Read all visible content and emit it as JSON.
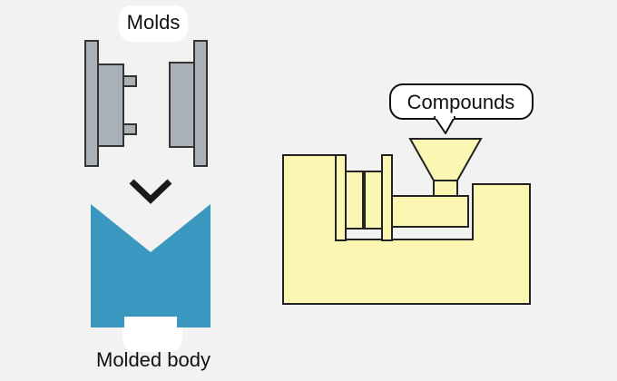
{
  "labels": {
    "molds": "Molds",
    "compounds": "Compounds",
    "molded_body": "Molded body"
  },
  "colors": {
    "background": "#f2f2f2",
    "mold_fill": "#a9b0b8",
    "mold_stroke": "#333333",
    "machine_fill": "#fbf7b3",
    "machine_stroke": "#222222",
    "molded_body_fill": "#3a97c0",
    "arrow": "#1a1a1a",
    "bubble_fill": "#ffffff"
  },
  "icons": {
    "transition": "chevron-down-icon"
  }
}
